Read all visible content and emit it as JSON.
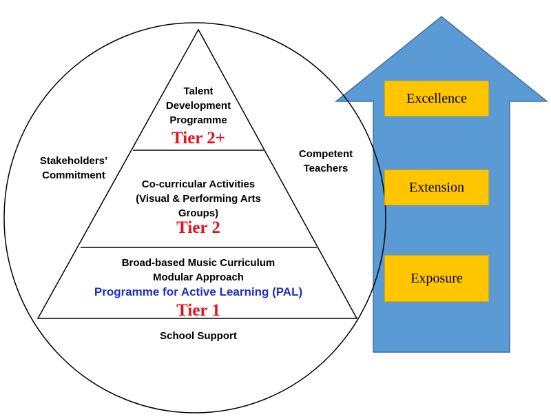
{
  "pyramid": {
    "tier2plus": {
      "lines": [
        "Talent",
        "Development",
        "Programme"
      ],
      "tier": "Tier 2+"
    },
    "tier2": {
      "lines": [
        "Co-curricular Activities",
        "(Visual & Performing Arts",
        "Groups)"
      ],
      "tier": "Tier 2"
    },
    "tier1": {
      "lines": [
        "Broad-based Music Curriculum",
        "Modular Approach"
      ],
      "pal": "Programme for Active Learning (PAL)",
      "tier": "Tier 1"
    }
  },
  "circle_labels": {
    "left": [
      "Stakeholders’",
      "Commitment"
    ],
    "right": [
      "Competent",
      "Teachers"
    ],
    "bottom": "School Support"
  },
  "arrow": {
    "fill_color": "#5b9bd5",
    "boxes": [
      "Excellence",
      "Extension",
      "Exposure"
    ],
    "box_color": "#ffc600"
  },
  "colors": {
    "tier_red": "#e8101c",
    "pal_blue": "#1c2fb8"
  }
}
